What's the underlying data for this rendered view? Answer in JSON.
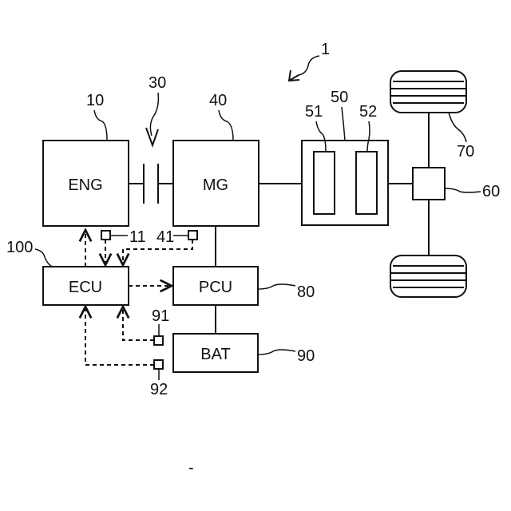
{
  "diagram": {
    "blocks": {
      "engine": "ENG",
      "motor_generator": "MG",
      "ecu": "ECU",
      "pcu": "PCU",
      "battery": "BAT"
    },
    "refs": {
      "system": "1",
      "engine": "10",
      "engine_sensor": "11",
      "clutch": "30",
      "motor_generator": "40",
      "mg_sensor": "41",
      "transmission": "50",
      "gear_51": "51",
      "gear_52": "52",
      "differential": "60",
      "wheels": "70",
      "pcu": "80",
      "battery": "90",
      "battery_sensor_91": "91",
      "battery_sensor_92": "92",
      "ecu": "100"
    },
    "footer_mark": "-"
  }
}
